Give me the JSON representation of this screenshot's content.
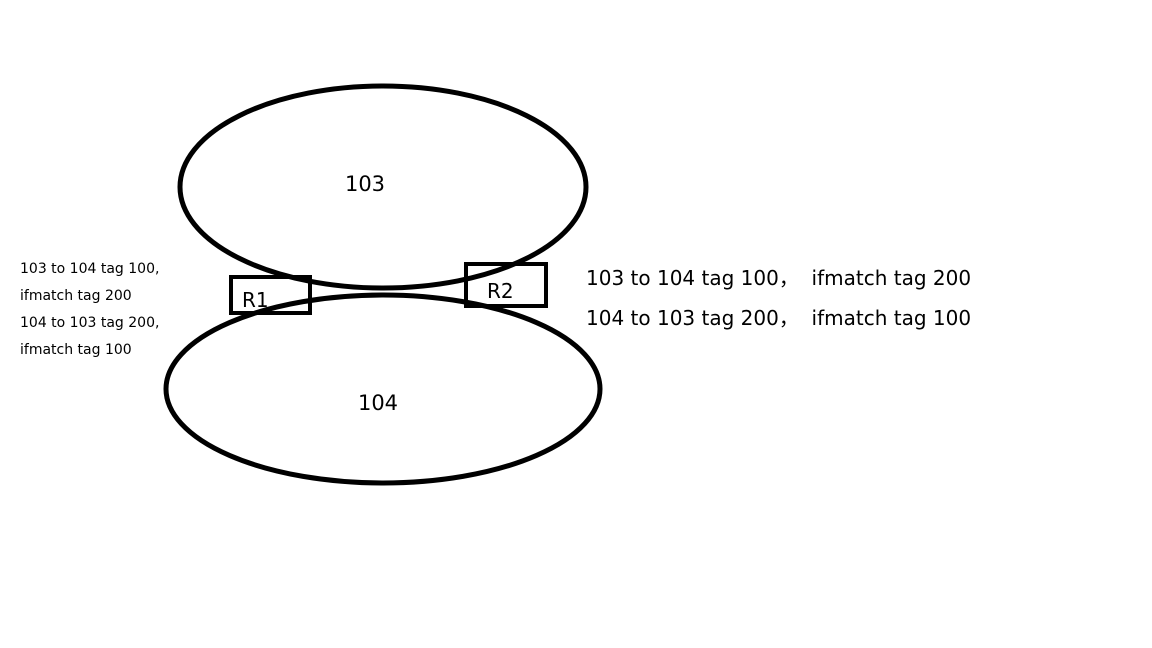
{
  "nodes": {
    "top_area": "103",
    "bottom_area": "104",
    "router1": "R1",
    "router2": "R2"
  },
  "left_notes": [
    "103 to 104 tag 100,",
    "ifmatch tag 200",
    "104 to 103 tag 200,",
    "ifmatch tag 100"
  ],
  "right_notes": [
    "103 to 104 tag 100，  ifmatch tag 200",
    "104 to 103 tag 200，  ifmatch tag 100"
  ]
}
